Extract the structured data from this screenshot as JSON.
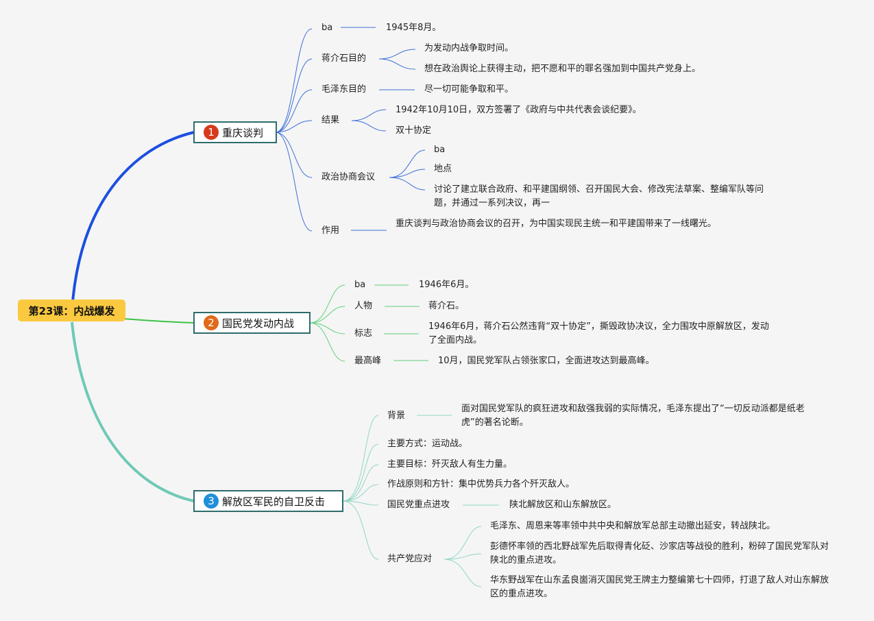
{
  "root": "第23课：内战爆发",
  "b1": {
    "num": "1",
    "title": "重庆谈判",
    "badge_color": "#d63a1c",
    "ba": "ba",
    "ba_val": "1945年8月。",
    "jiang": "蒋介石目的",
    "jiang_1": "为发动内战争取时间。",
    "jiang_2": "想在政治舆论上获得主动，把不愿和平的罪名强加到中国共产党身上。",
    "mao": "毛泽东目的",
    "mao_1": "尽一切可能争取和平。",
    "result": "结果",
    "result_1": "1942年10月10日，双方签署了《政府与中共代表会谈纪要》。",
    "result_2": "双十协定",
    "pcc": "政治协商会议",
    "pcc_1": "ba",
    "pcc_2": "地点",
    "pcc_3": "讨论了建立联合政府、和平建国纲领、召开国民大会、修改宪法草案、整编军队等问题，并通过一系列决议，再一",
    "effect": "作用",
    "effect_1": "重庆谈判与政治协商会议的召开，为中国实现民主统一和平建国带来了一线曙光。"
  },
  "b2": {
    "num": "2",
    "title": "国民党发动内战",
    "badge_color": "#e0691b",
    "ba": "ba",
    "ba_val": "1946年6月。",
    "person": "人物",
    "person_val": "蒋介石。",
    "mark": "标志",
    "mark_val": "1946年6月，蒋介石公然违背“双十协定”，撕毁政协决议，全力围攻中原解放区，发动了全面内战。",
    "peak": "最高峰",
    "peak_val": "10月，国民党军队占领张家口，全面进攻达到最高峰。"
  },
  "b3": {
    "num": "3",
    "title": "解放区军民的自卫反击",
    "badge_color": "#1f8fd8",
    "bg": "背景",
    "bg_val": "面对国民党军队的疯狂进攻和敌强我弱的实际情况，毛泽东提出了“一切反动派都是纸老虎”的著名论断。",
    "mode": "主要方式：运动战。",
    "goal": "主要目标：歼灭敌人有生力量。",
    "principle": "作战原则和方针：集中优势兵力各个歼灭敌人。",
    "kmt": "国民党重点进攻",
    "kmt_val": "陕北解放区和山东解放区。",
    "cpc": "共产党应对",
    "cpc_1": "毛泽东、周恩来等率领中共中央和解放军总部主动撤出延安，转战陕北。",
    "cpc_2": "彭德怀率领的西北野战军先后取得青化砭、沙家店等战役的胜利，粉碎了国民党军队对陕北的重点进攻。",
    "cpc_3": "华东野战军在山东孟良崮消灭国民党王牌主力整编第七十四师，打退了敌人对山东解放区的重点进攻。"
  },
  "colors": {
    "branch1": "#1c4fe0",
    "branch2": "#3cc248",
    "branch3": "#6fc9b6",
    "sub1": "#3d6fd8",
    "sub2": "#5fd07a",
    "sub3": "#8fd6c4"
  }
}
